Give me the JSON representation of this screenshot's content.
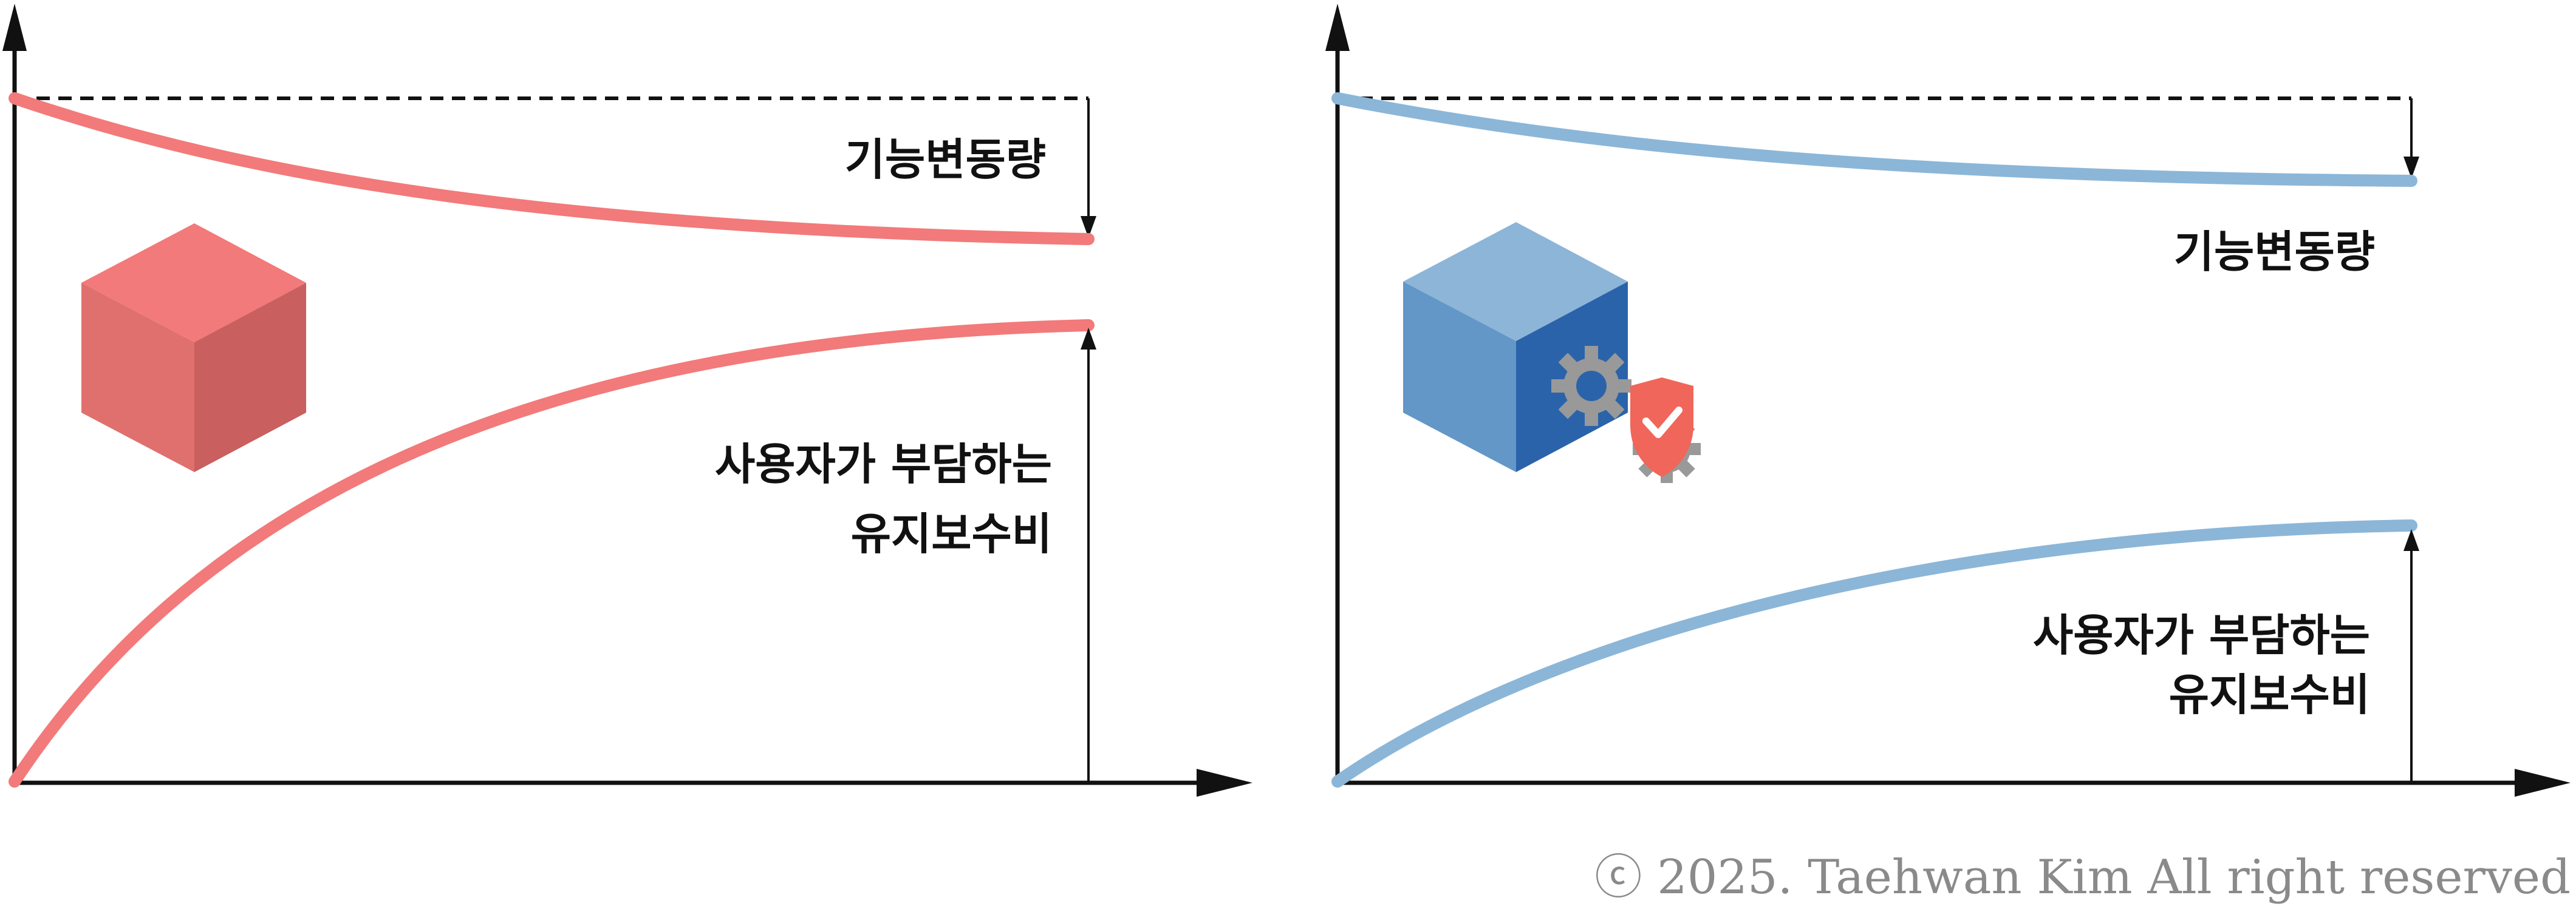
{
  "colors": {
    "left_curve": "#F27A7A",
    "left_cube_top": "#F27A7A",
    "left_cube_left": "#E0706E",
    "left_cube_right": "#C95F5E",
    "right_curve": "#8BB6D8",
    "right_cube_top": "#8DB5D7",
    "right_cube_left": "#6297C7",
    "right_cube_right": "#2B63AA",
    "shield": "#F0665A",
    "gear": "#999999",
    "axis": "#111111",
    "copyright": "#8A8A8A"
  },
  "icons": {
    "left_panel": "cube-icon",
    "right_panel": [
      "cube-icon",
      "gear-icon",
      "shield-check-icon"
    ]
  },
  "left_panel": {
    "function_change_label": "기능변동량",
    "maintenance_cost_label_line1": "사용자가 부담하는",
    "maintenance_cost_label_line2": "유지보수비"
  },
  "right_panel": {
    "function_change_label": "기능변동량",
    "maintenance_cost_label_line1": "사용자가 부담하는",
    "maintenance_cost_label_line2": "유지보수비"
  },
  "copyright": "ⓒ 2025. Taehwan Kim All right reserved"
}
